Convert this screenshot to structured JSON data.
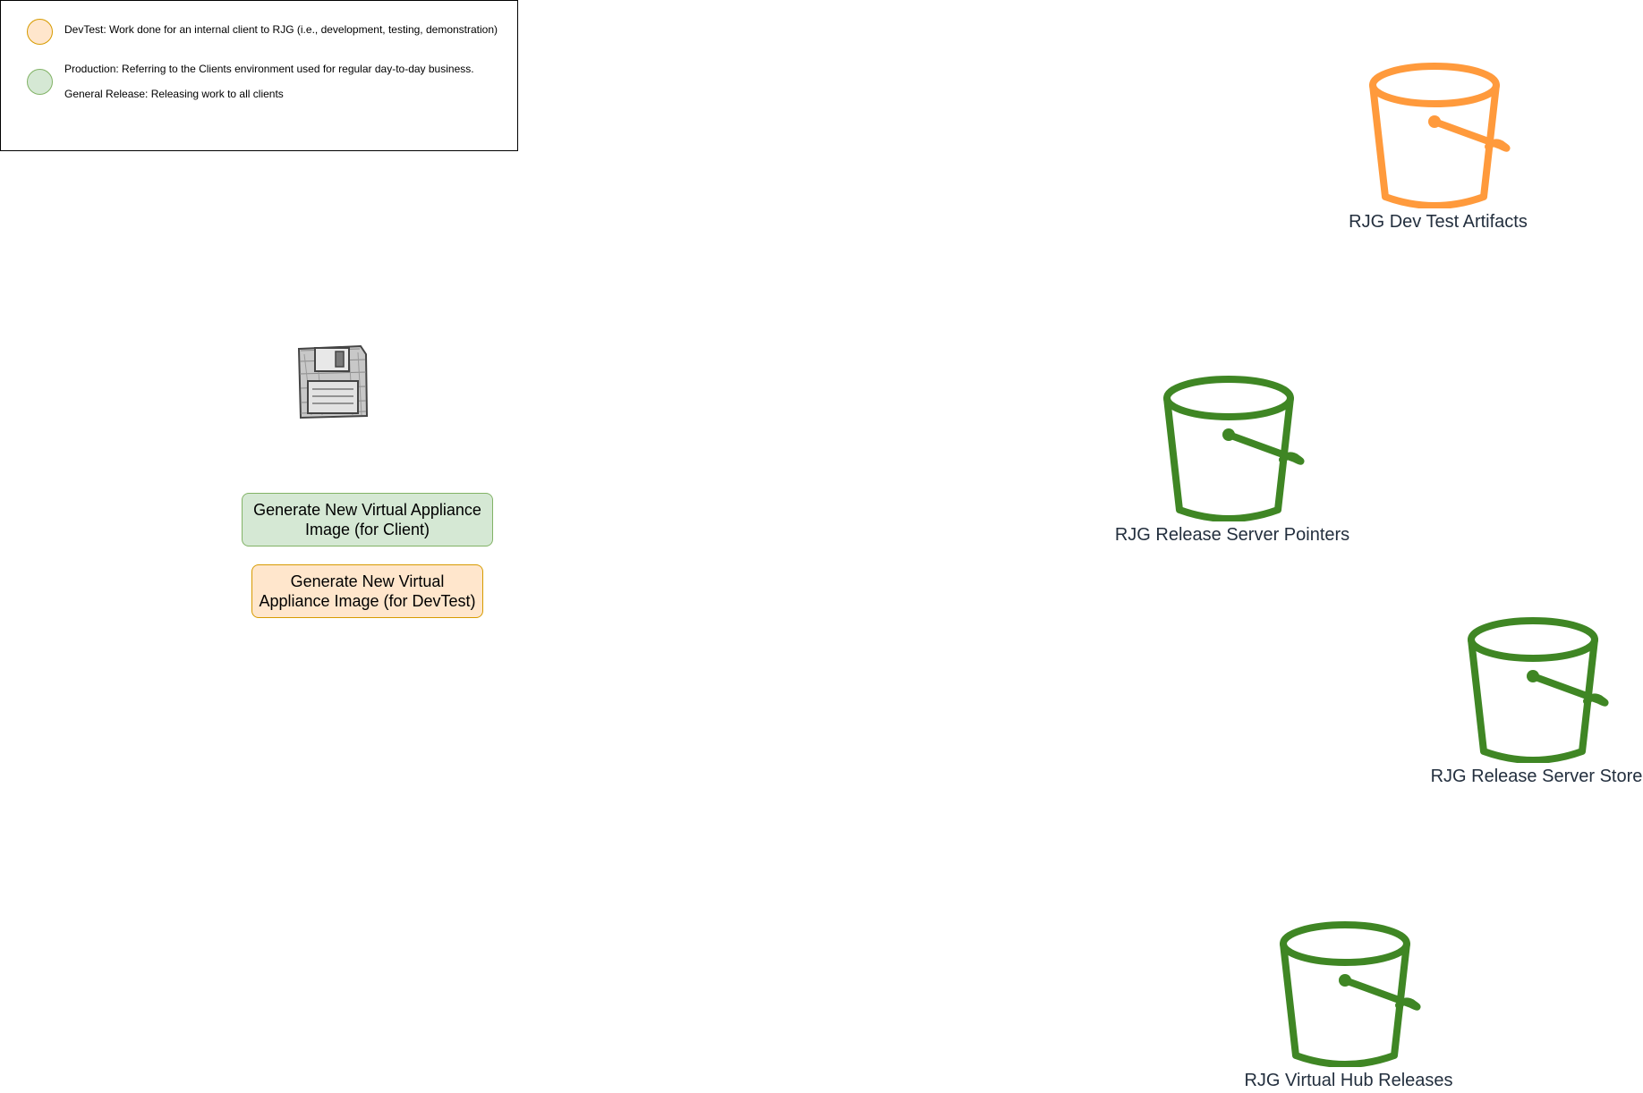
{
  "colors": {
    "devtest_fill": "#ffe6cc",
    "devtest_stroke": "#d79b00",
    "production_fill": "#d5e8d4",
    "production_stroke": "#82b366",
    "bucket_orange": "#ff9a3c",
    "bucket_green": "#3f8624",
    "label_text": "#232f3e"
  },
  "legend": {
    "devtest": "DevTest: Work done for an internal client to RJG (i.e., development, testing, demonstration)",
    "production": "Production: Referring to the Clients environment used for regular day-to-day business.",
    "general_release": "General Release: Releasing work to all clients"
  },
  "actions": {
    "client_image": "Generate New Virtual Appliance Image (for Client)",
    "devtest_image": "Generate New Virtual Appliance Image (for DevTest)"
  },
  "icons": {
    "floppy": "floppy-disk-icon",
    "bucket": "s3-bucket-icon"
  },
  "buckets": {
    "dev_test_artifacts": "RJG Dev Test Artifacts",
    "release_server_pointers": "RJG Release Server Pointers",
    "release_server_store": "RJG Release Server Store",
    "virtual_hub_releases": "RJG Virtual Hub Releases"
  }
}
